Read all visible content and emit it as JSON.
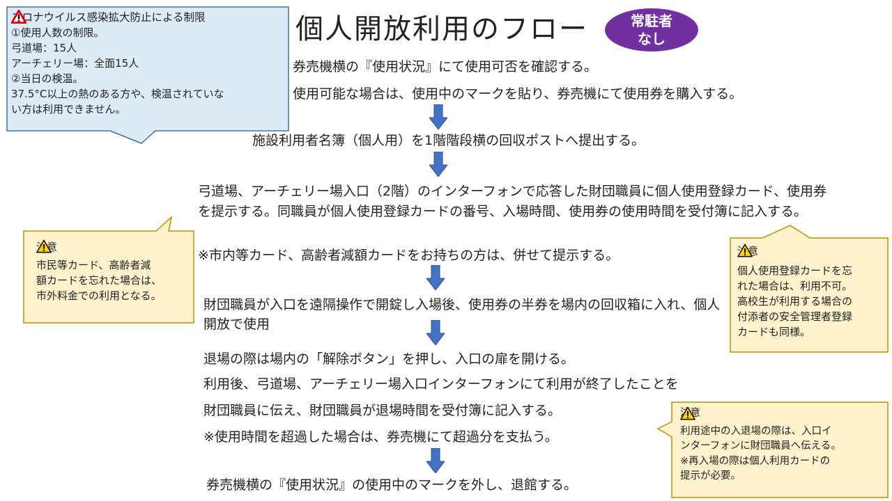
{
  "colors": {
    "blue_fill": "#ddebf7",
    "blue_stroke": "#41719c",
    "yellow_fill": "#fff2cc",
    "yellow_stroke": "#bf9000",
    "arrow": "#4472c4",
    "badge": "#7030a0",
    "warning_red": "#e00000"
  },
  "title": "個人開放利用のフロー",
  "badge": {
    "line1": "常駐者",
    "line2": "なし"
  },
  "steps": [
    "券売機横の『使用状況』にて使用可否を確認する。",
    "使用可能な場合は、使用中のマークを貼り、券売機にて使用券を購入する。",
    "施設利用者名簿（個人用）を1階階段横の回収ポストへ提出する。",
    "弓道場、アーチェリー場入口（2階）のインターフォンで応答した財団職員に個人使用登録カード、使用券を提示する。同職員が個人使用登録カードの番号、入場時間、使用券の使用時間を受付簿に記入する。",
    "※市内等カード、高齢者減額カードをお持ちの方は、併せて提示する。",
    "財団職員が入口を遠隔操作で開錠し入場後、使用券の半券を場内の回収箱に入れ、個人開放で使用",
    "退場の際は場内の「解除ボタン」を押し、入口の扉を開ける。",
    "利用後、弓道場、アーチェリー場入口インターフォンにて利用が終了したことを",
    "財団職員に伝え、財団職員が退場時間を受付簿に記入する。",
    "※使用時間を超過した場合は、券売機にて超過分を支払う。",
    "券売機横の『使用状況』の使用中のマークを外し、退館する。"
  ],
  "corona_note": {
    "title": "コロナウイルス感染拡大防止による制限",
    "lines": [
      "①使用人数の制限。",
      "弓道場：15人",
      "アーチェリー場：全面15人",
      "②当日の検温。",
      "37.5°C以上の熱のある方や、検温されていな",
      "い方は利用できません。"
    ]
  },
  "notes": [
    {
      "title": "注意",
      "lines": [
        "市民等カード、高齢者減",
        "額カードを忘れた場合は、",
        "市外料金での利用となる。"
      ]
    },
    {
      "title": "注意",
      "lines": [
        "個人使用登録カードを忘",
        "れた場合は、利用不可。",
        "高校生が利用する場合の",
        "付添者の安全管理者登録",
        "カードも同様。"
      ]
    },
    {
      "title": "注意",
      "lines": [
        "利用途中の入退場の際は、入口イ",
        "ンターフォンに財団職員へ伝える。",
        "※再入場の際は個人利用カードの",
        "提示が必要。"
      ]
    }
  ]
}
